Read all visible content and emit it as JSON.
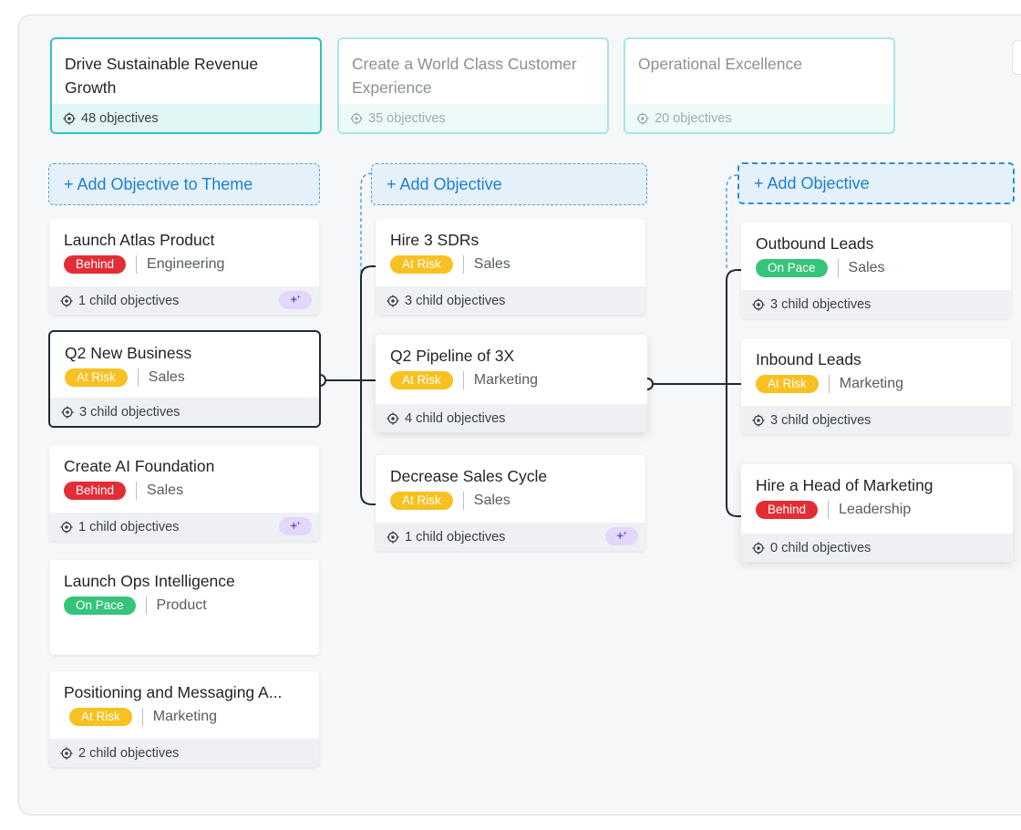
{
  "themes": [
    {
      "title": "Drive Sustainable Revenue Growth",
      "count": "48 objectives"
    },
    {
      "title": "Create a World Class Customer Experience",
      "count": "35 objectives"
    },
    {
      "title": "Operational Excellence",
      "count": "20 objectives"
    }
  ],
  "add_theme_label": "+ Add Objective to Theme",
  "add_objective_label": "+ Add Objective",
  "columns": [
    {
      "cards": [
        {
          "title": "Launch Atlas Product",
          "status": "Behind",
          "dept": "Engineering",
          "children": "1 child objectives"
        },
        {
          "title": "Q2 New Business",
          "status": "At Risk",
          "dept": "Sales",
          "children": "3 child objectives"
        },
        {
          "title": "Create AI Foundation",
          "status": "Behind",
          "dept": "Sales",
          "children": "1 child objectives"
        },
        {
          "title": "Launch Ops Intelligence",
          "status": "On Pace",
          "dept": "Product"
        },
        {
          "title": "Positioning and Messaging A...",
          "status": "At Risk",
          "dept": "Marketing",
          "children": "2 child objectives"
        }
      ]
    },
    {
      "cards": [
        {
          "title": "Hire 3 SDRs",
          "status": "At Risk",
          "dept": "Sales",
          "children": "3 child objectives"
        },
        {
          "title": "Q2 Pipeline of 3X",
          "status": "At Risk",
          "dept": "Marketing",
          "children": "4 child objectives"
        },
        {
          "title": "Decrease Sales Cycle",
          "status": "At Risk",
          "dept": "Sales",
          "children": "1 child objectives"
        }
      ]
    },
    {
      "cards": [
        {
          "title": "Outbound Leads",
          "status": "On Pace",
          "dept": "Sales",
          "children": "3 child objectives"
        },
        {
          "title": "Inbound Leads",
          "status": "At Risk",
          "dept": "Marketing",
          "children": "3 child objectives"
        },
        {
          "title": "Hire a Head of Marketing",
          "status": "Behind",
          "dept": "Leadership",
          "children": "0 child objectives"
        }
      ]
    }
  ],
  "colors": {
    "behind": "#e32d36",
    "at_risk": "#f7c121",
    "on_pace": "#36c47a",
    "theme_border": "#2cc4c0",
    "add_link": "#1e7fd0",
    "connector": "#1f2a37"
  },
  "icons": {
    "target": "target-icon",
    "sparkle": "sparkle-icon"
  }
}
